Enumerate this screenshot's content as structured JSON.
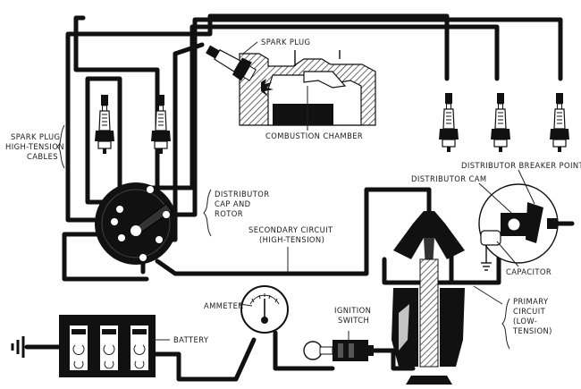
{
  "labels": {
    "spark_plug": "SPARK PLUG",
    "combustion_chamber": "COMBUSTION CHAMBER",
    "spark_plug_cables_1": "SPARK PLUG",
    "spark_plug_cables_2": "HIGH-TENSION",
    "spark_plug_cables_3": "CABLES",
    "distributor_cap_1": "DISTRIBUTOR",
    "distributor_cap_2": "CAP AND",
    "distributor_cap_3": "ROTOR",
    "secondary_circuit_1": "SECONDARY CIRCUIT",
    "secondary_circuit_2": "(HIGH-TENSION)",
    "breaker_points": "DISTRIBUTOR BREAKER POINTS",
    "distributor_cam": "DISTRIBUTOR CAM",
    "capacitor": "CAPACITOR",
    "primary_circuit_1": "PRIMARY",
    "primary_circuit_2": "CIRCUIT",
    "primary_circuit_3": "(LOW-",
    "primary_circuit_4": "TENSION)",
    "ammeter": "AMMETER",
    "ignition_switch_1": "IGNITION",
    "ignition_switch_2": "SWITCH",
    "battery": "BATTERY"
  },
  "colors": {
    "ink": "#111111",
    "paper": "#ffffff",
    "hatch": "#555555"
  }
}
